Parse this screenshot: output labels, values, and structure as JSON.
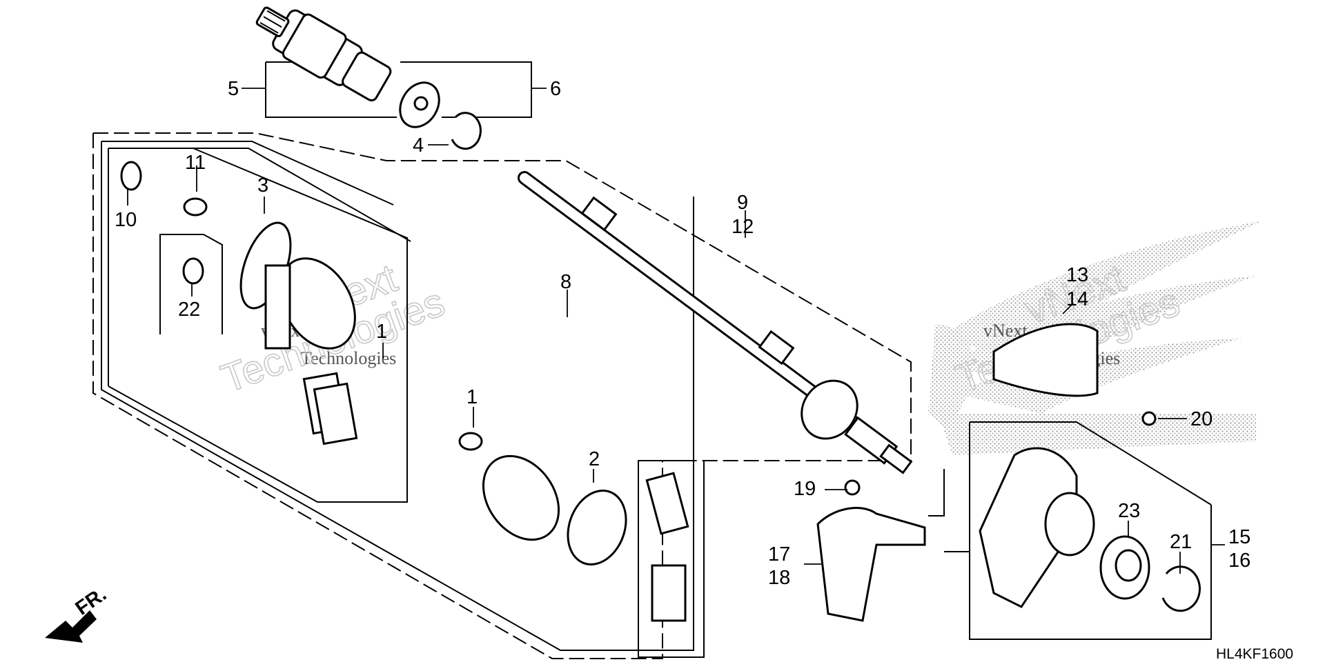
{
  "diagram": {
    "drawing_code": "HL4KF1600",
    "front_marker": "FR.",
    "watermarks": [
      {
        "line1": "vNext",
        "line2": "Technologies"
      },
      {
        "line1": "vNext",
        "line2": "Technologies"
      }
    ],
    "callouts": {
      "c1a": "1",
      "c1b": "1",
      "c2": "2",
      "c3": "3",
      "c4": "4",
      "c5": "5",
      "c6": "6",
      "c8": "8",
      "c9": "9",
      "c12": "12",
      "c10": "10",
      "c11": "11",
      "c22": "22",
      "c13": "13",
      "c14": "14",
      "c15": "15",
      "c16": "16",
      "c17": "17",
      "c18": "18",
      "c19": "19",
      "c20": "20",
      "c21": "21",
      "c23": "23"
    }
  }
}
